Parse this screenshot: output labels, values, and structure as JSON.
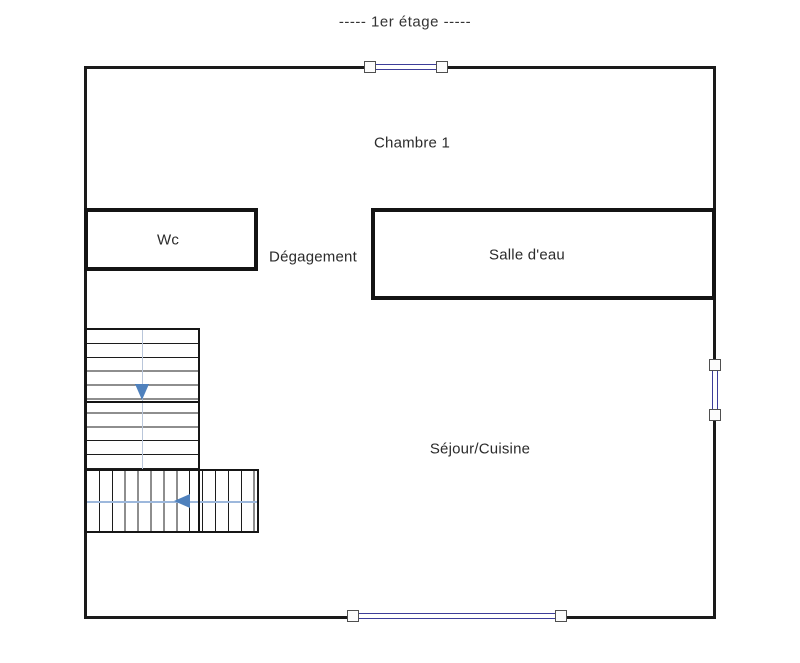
{
  "title": "-----  1er étage  -----",
  "rooms": {
    "chambre1": {
      "label": "Chambre 1"
    },
    "wc": {
      "label": "Wc"
    },
    "degagement": {
      "label": "Dégagement"
    },
    "salle_deau": {
      "label": "Salle d'eau"
    },
    "sejour_cuisine": {
      "label": "Séjour/Cuisine"
    }
  },
  "stairs": {
    "upper_flight_arrow": "arrow-down",
    "lower_flight_arrow": "arrow-left"
  },
  "windows": [
    "window-top-wall",
    "window-right-wall",
    "window-bottom-wall"
  ],
  "colors": {
    "wall": "#1a1a1a",
    "partition": "#141414",
    "window_frame": "#3d3d99",
    "window_cap_border": "#4f4f4f",
    "stair_arrow": "#4f81bd",
    "stair_guide": "#aec2dc",
    "text": "#2b2b2b",
    "background": "#ffffff"
  }
}
